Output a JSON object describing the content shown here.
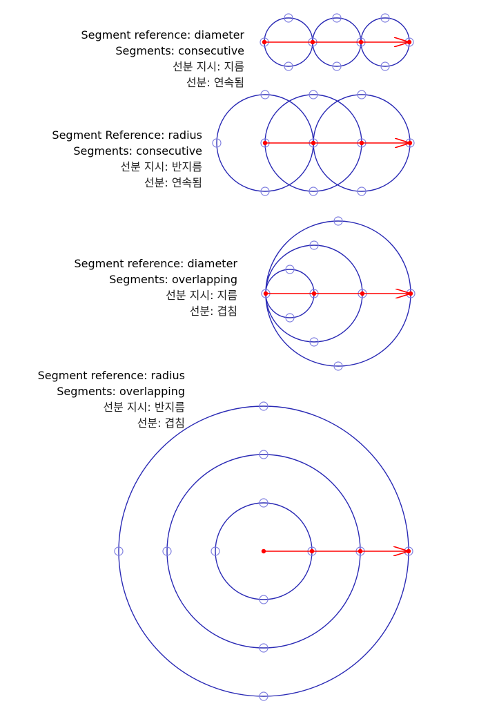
{
  "colors": {
    "circle": "#2a2ab5",
    "marker": "#8080e0",
    "arrow": "#ff0000",
    "text": "#000000"
  },
  "panels": [
    {
      "id": "diameter-consecutive",
      "lines": [
        "Segment reference: diameter",
        "Segments: consecutive",
        "선분 지시: 지름",
        "선분: 연속됨"
      ]
    },
    {
      "id": "radius-consecutive",
      "lines": [
        "Segment Reference: radius",
        "Segments: consecutive",
        "선분 지시: 반지름",
        "선분: 연속됨"
      ]
    },
    {
      "id": "diameter-overlapping",
      "lines": [
        "Segment reference: diameter",
        "Segments: overlapping",
        "선분 지시: 지름",
        "선분: 겹침"
      ]
    },
    {
      "id": "radius-overlapping",
      "lines": [
        "Segment reference: radius",
        "Segments: overlapping",
        "선분 지시: 반지름",
        "선분: 겹침"
      ]
    }
  ]
}
